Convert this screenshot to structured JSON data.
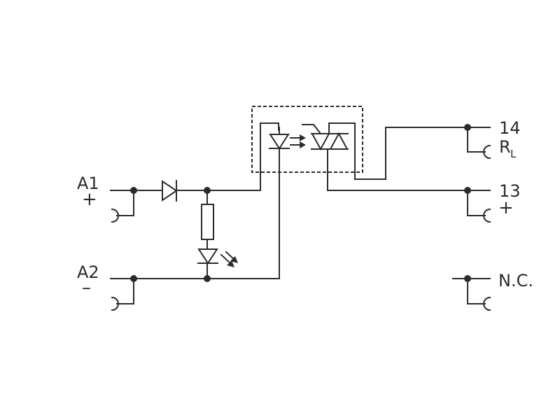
{
  "diagram": {
    "labels": {
      "a1": "A1",
      "a1_sign": "+",
      "a2": "A2",
      "a2_sign": "–",
      "t14": "14",
      "rl_main": "R",
      "rl_sub": "L",
      "t13": "13",
      "t13_sign": "+",
      "nc": "N.C."
    },
    "colors": {
      "line": "#2b2b2b",
      "background": "#ffffff"
    }
  }
}
